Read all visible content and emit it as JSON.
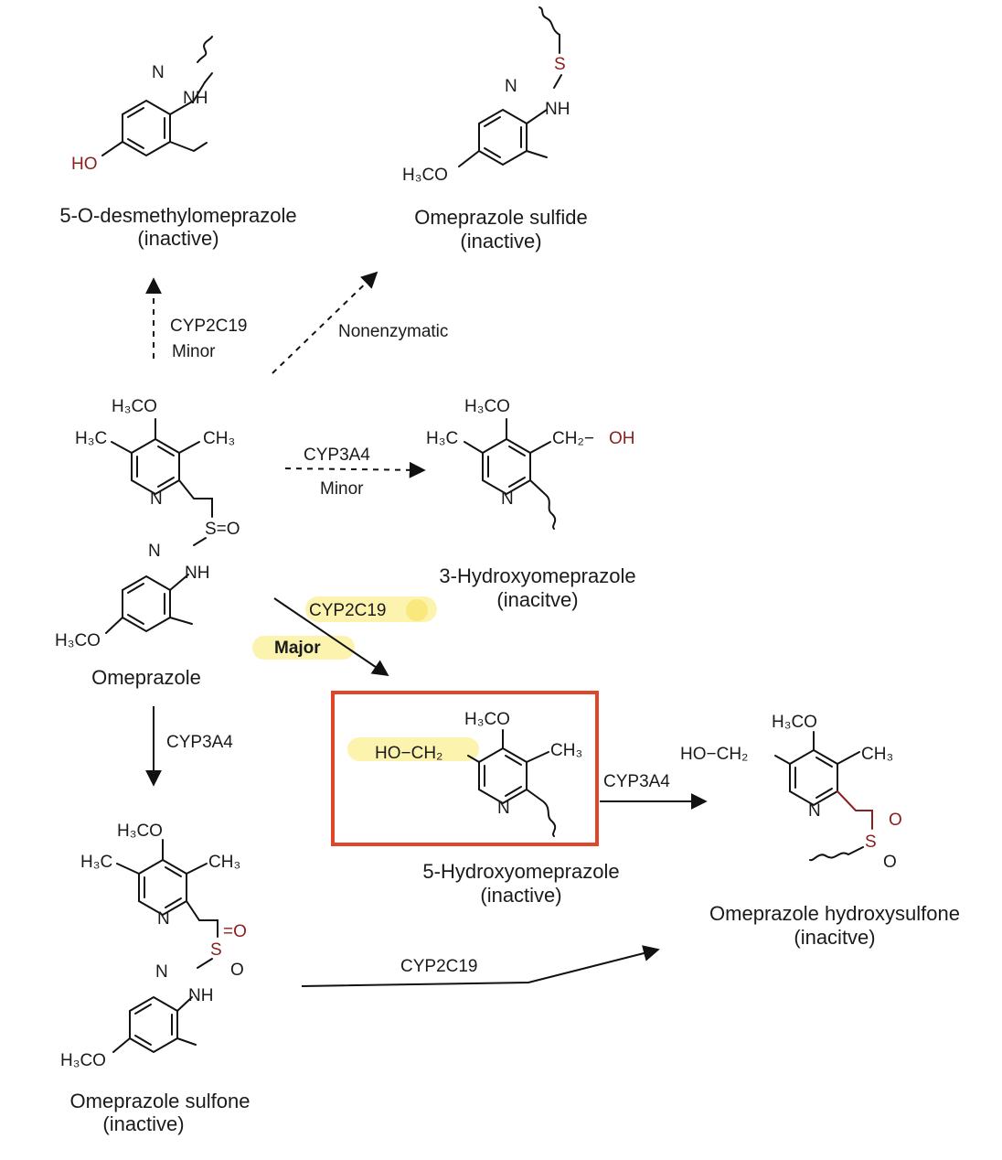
{
  "compounds": {
    "desmethyl": {
      "name": "5-O-desmethylomeprazole",
      "status": "(inactive)"
    },
    "sulfide": {
      "name": "Omeprazole sulfide",
      "status": "(inactive)"
    },
    "omeprazole": {
      "name": "Omeprazole"
    },
    "hydroxy3": {
      "name": "3-Hydroxyomeprazole",
      "status": "(inacitve)"
    },
    "hydroxy5": {
      "name": "5-Hydroxyomeprazole",
      "status": "(inactive)"
    },
    "hydroxysulfone": {
      "name": "Omeprazole hydroxysulfone",
      "status": "(inacitve)"
    },
    "sulfone": {
      "name": "Omeprazole sulfone",
      "status": "(inactive)"
    }
  },
  "pathways": {
    "to_desmethyl": {
      "enzyme": "CYP2C19",
      "extent": "Minor",
      "style": "dashed"
    },
    "to_sulfide": {
      "enzyme": "Nonenzymatic",
      "style": "dashed"
    },
    "to_hydroxy3": {
      "enzyme": "CYP3A4",
      "extent": "Minor",
      "style": "dashed"
    },
    "to_hydroxy5": {
      "enzyme": "CYP2C19",
      "extent": "Major",
      "style": "solid"
    },
    "to_sulfone": {
      "enzyme": "CYP3A4",
      "style": "solid"
    },
    "hydroxy5_to_hydroxysulfone": {
      "enzyme": "CYP3A4",
      "style": "solid"
    },
    "sulfone_to_hydroxysulfone": {
      "enzyme": "CYP2C19",
      "style": "solid"
    }
  },
  "atoms": {
    "n": "N",
    "nh": "NH",
    "s": "S",
    "o": "O",
    "ho": "HO",
    "oh": "OH",
    "h3co": "H₃CO",
    "h3c": "H₃C",
    "ch3": "CH₃",
    "ch2": "CH₂",
    "ho_ch2": "HO−CH₂",
    "ch2_oh": "CH₂−",
    "s_eq_o": "S=O",
    "eq_o": "=O"
  },
  "colors": {
    "heteroatom": "#8b2020",
    "highlight": "#fbf2a0",
    "box": "#e0452b"
  }
}
